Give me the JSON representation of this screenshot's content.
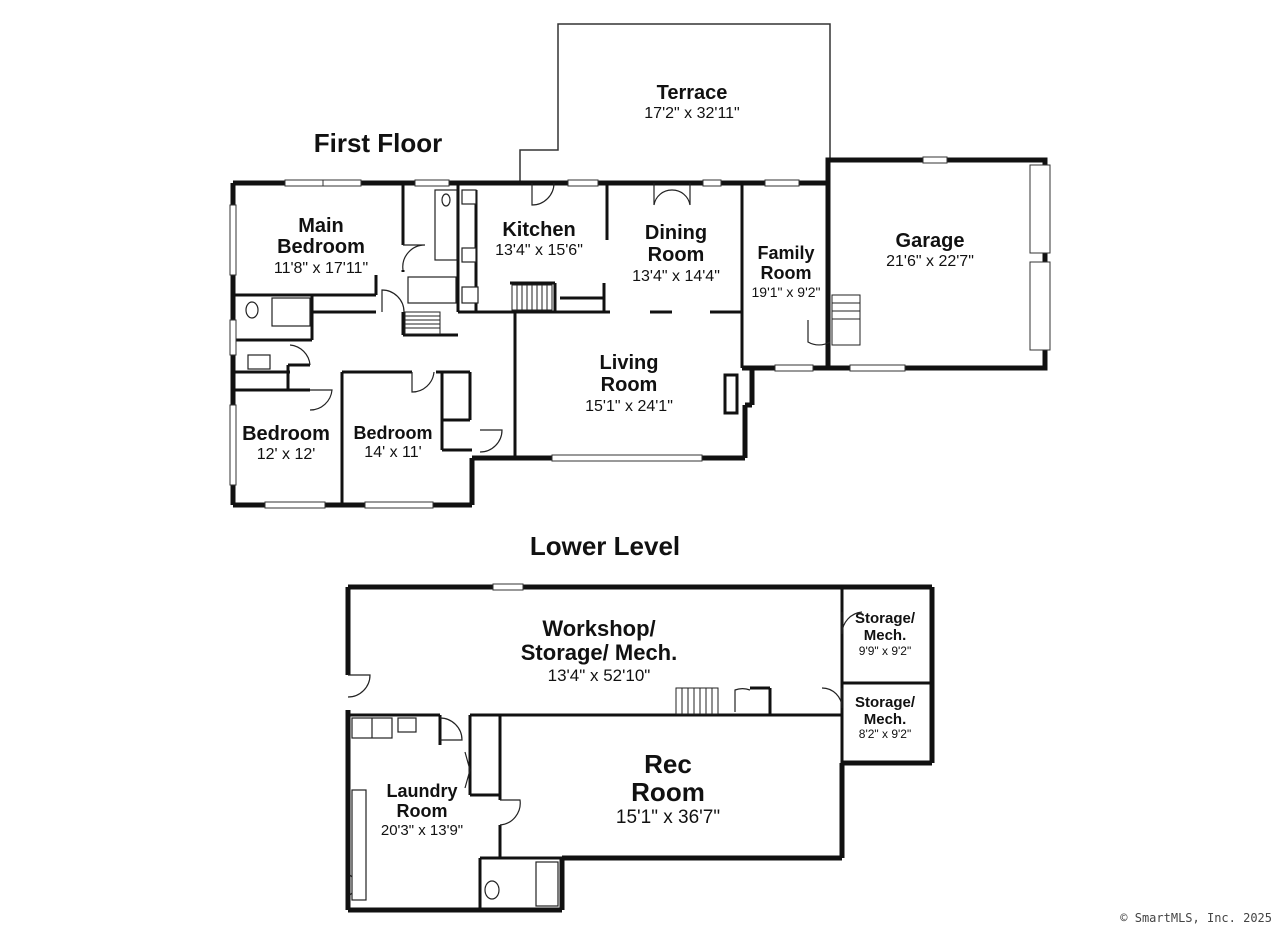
{
  "first_floor": {
    "title": "First Floor",
    "rooms": {
      "terrace": {
        "name": "Terrace",
        "dims": "17'2\" x 32'11\""
      },
      "main_bedroom": {
        "name_line1": "Main",
        "name_line2": "Bedroom",
        "dims": "11'8\" x 17'11\""
      },
      "kitchen": {
        "name": "Kitchen",
        "dims": "13'4\" x 15'6\""
      },
      "dining_room": {
        "name_line1": "Dining",
        "name_line2": "Room",
        "dims": "13'4\" x 14'4\""
      },
      "family_room": {
        "name_line1": "Family",
        "name_line2": "Room",
        "dims": "19'1\" x 9'2\""
      },
      "garage": {
        "name": "Garage",
        "dims": "21'6\" x 22'7\""
      },
      "living_room": {
        "name_line1": "Living",
        "name_line2": "Room",
        "dims": "15'1\" x 24'1\""
      },
      "bedroom_1": {
        "name": "Bedroom",
        "dims": "12' x 12'"
      },
      "bedroom_2": {
        "name": "Bedroom",
        "dims": "14' x 11'"
      }
    }
  },
  "lower_level": {
    "title": "Lower Level",
    "rooms": {
      "workshop": {
        "name_line1": "Workshop/",
        "name_line2": "Storage/ Mech.",
        "dims": "13'4\" x 52'10\""
      },
      "storage_1": {
        "name_line1": "Storage/",
        "name_line2": "Mech.",
        "dims": "9'9\" x 9'2\""
      },
      "storage_2": {
        "name_line1": "Storage/",
        "name_line2": "Mech.",
        "dims": "8'2\" x 9'2\""
      },
      "rec_room": {
        "name_line1": "Rec",
        "name_line2": "Room",
        "dims": "15'1\" x 36'7\""
      },
      "laundry_room": {
        "name_line1": "Laundry",
        "name_line2": "Room",
        "dims": "20'3\" x 13'9\""
      }
    }
  },
  "copyright": "© SmartMLS, Inc.  2025"
}
